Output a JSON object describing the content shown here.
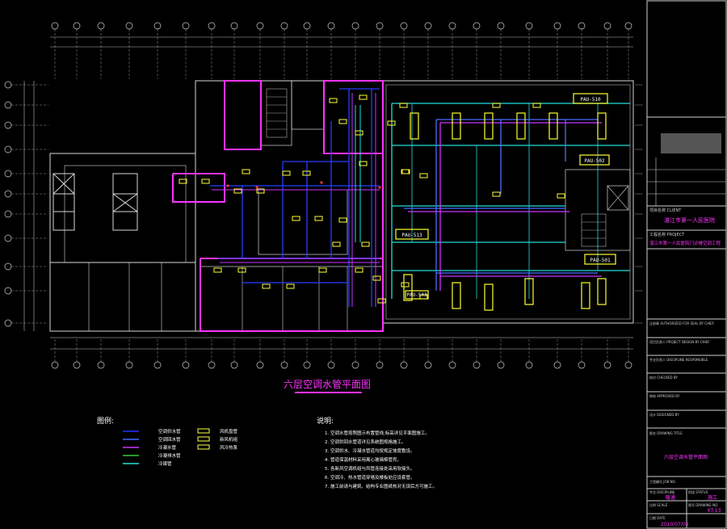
{
  "drawing": {
    "title": "六层空调水管平面图",
    "legend_title": "图例:",
    "notes_title": "说明:"
  },
  "legend": {
    "left": [
      {
        "label": "空调供水管",
        "color": "#2233ff"
      },
      {
        "label": "空调回水管",
        "color": "#4466ff"
      },
      {
        "label": "冷凝水管",
        "color": "#cc33ff"
      },
      {
        "label": "冷凝排水管",
        "color": "#33cc33"
      },
      {
        "label": "冷媒管",
        "color": "#22dddd"
      }
    ],
    "right": [
      {
        "label": "风机盘管",
        "color": "#ffff44"
      },
      {
        "label": "新风机组",
        "color": "#ffff44"
      },
      {
        "label": "风冷热泵",
        "color": "#ffff44"
      }
    ]
  },
  "notes": [
    "1. 空调水管按照图示布置管线,标高详见平面图施工。",
    "2. 空调供回水管道详见系统图规格施工。",
    "3. 空调供水、冷凝水管道均按规定坡度敷设。",
    "4. 管道保温材料采用离心玻璃棉管壳。",
    "5. 各新风空调机组与风管连接处采用软接头。",
    "6. 空调冷、热水管道穿墙及楼板处应设套管。",
    "7. 施工前请与建筑、结构专业图纸核对无误后方可施工。"
  ],
  "equipment_labels": [
    {
      "label": "PAU-510",
      "text": "PAU-510"
    },
    {
      "label": "PAU-502",
      "text": "PAU-502"
    },
    {
      "label": "PAU-513",
      "text": "PAU-513"
    },
    {
      "label": "PAU-501",
      "text": "PAU-501"
    },
    {
      "label": "PAU-503",
      "text": "PAU-503"
    }
  ],
  "title_block": {
    "project_label": "项目名称 CLIENT",
    "client": "湛江市第一人民医院",
    "project_label2": "工程名称 PROJECT",
    "project": "湛江市第一人民医院门诊楼空调工程",
    "auth_1": "注册章 AUTHORIZED FOR SEAL BY CHIEF",
    "auth_2": "项目负责人 PROJECT DESIGN BY CHIEF",
    "auth_3": "专业负责人 DISCIPLINE RESPONSIBLE",
    "auth_4": "校对 CHECKED BY",
    "auth_5": "审核 APPROVED BY",
    "auth_6": "设计 DESIGNED BY",
    "drawing_title_label": "图名 DRAWING TITLE",
    "drawing_title": "六层空调水管平面图",
    "job_no_label": "工程编号 JOB NO.",
    "discipline_label": "专业 DISCIPLINE",
    "discipline": "暖通",
    "status_label": "阶段 STATUS",
    "status": "施工",
    "scale_label": "比例 SCALE",
    "drawing_no_label": "图号 DRAWING NO.",
    "drawing_no": "KT-13",
    "date_label": "日期 DATE",
    "date": "2010/07/05"
  },
  "colors": {
    "background": "#000000",
    "wall": "#d8d8d8",
    "grid": "#bfbfbf",
    "supply": "#2a3cff",
    "return": "#4d6bff",
    "condensate": "#cc33ff",
    "zone": "#ff33ff",
    "cyan": "#22dddd",
    "equip": "#ffff33",
    "red": "#ff3333",
    "title": "#ff33ff"
  }
}
